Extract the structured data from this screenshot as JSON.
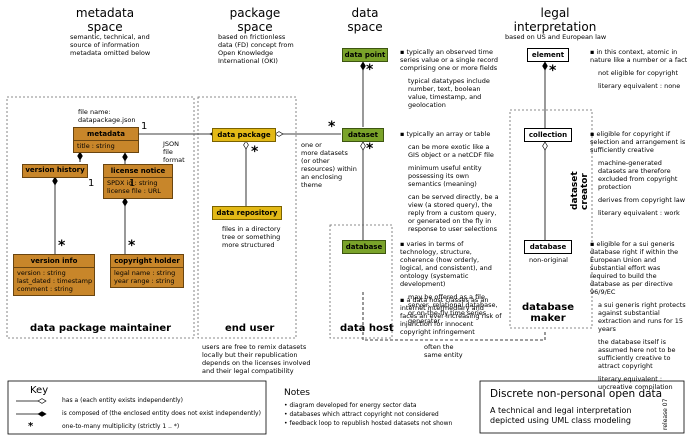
{
  "headers": {
    "metadata": {
      "title": "metadata\nspace",
      "desc": "semantic, technical, and\nsource of information\nmetadata omitted below"
    },
    "package": {
      "title": "package\nspace",
      "desc": "based on frictionless\ndata (FD) concept from\nOpen Knowledge\nInternational (OKI)"
    },
    "data": {
      "title": "data\nspace"
    },
    "legal": {
      "title": "legal\ninterpretation",
      "desc": "based on US and European law"
    }
  },
  "boxes": {
    "metadata": {
      "title": "metadata",
      "attr": "title : string"
    },
    "version_history": {
      "title": "version history"
    },
    "license_notice": {
      "title": "license notice",
      "attr": "SPDX id : string\nlicense file : URL"
    },
    "version_info": {
      "title": "version info",
      "attr": "version : string\nlast_dated : timestamp\ncomment : string"
    },
    "copyright_holder": {
      "title": "copyright holder",
      "attr": "legal name : string\nyear range : string"
    },
    "data_package": "data package",
    "data_repository": "data repository",
    "data_point": "data point",
    "dataset": "dataset",
    "database": "database",
    "element": "element",
    "collection": "collection",
    "legal_database": "database"
  },
  "labels": {
    "file_name": "file name:\ndatapackage.json",
    "json_format": "JSON\nfile\nformat",
    "one_or_more": "one or\nmore datasets\n(or other\nresources) within\nan enclosing\ntheme",
    "repo_desc": "files in a directory\ntree or something\nmore structured",
    "dataset_creator": "dataset\ncreator",
    "non_original": "non-original",
    "often_same": "often the\nsame entity",
    "remix": "users are free to remix datasets\nlocally but their republication\ndepends on the licenses involved\nand their legal compatibility"
  },
  "roles": {
    "maintainer": "data package maintainer",
    "end_user": "end user",
    "data_host": "data host",
    "database_maker": "database\nmaker"
  },
  "bullets": {
    "data_point": [
      "typically an observed time series value or a single record comprising one or more fields",
      "typical datatypes include number, text, boolean value, timestamp, and geolocation"
    ],
    "dataset": [
      "typically an array or table",
      "can be more exotic like a GIS object or a netCDF file",
      "minimum useful entity possessing its own semantics (meaning)",
      "can be served directly, be a view (a stored query), the reply from a custom query, or generated on the fly in response to user selections"
    ],
    "database": [
      "varies in terms of technology, structure, coherence (how orderly, logical, and consistent), and ontology (systematic development)",
      "may be offered as a file server, relational database, or on-the-fly time series generator"
    ],
    "host": [
      "a data host classes as an internet intermediary and faces an ever increasing risk of injunction for innocent copyright infringement"
    ],
    "element": [
      "in this context, atomic in nature like a number or a fact",
      "not eligible for copyright",
      "literary equivalent : none"
    ],
    "collection": [
      "eligible for copyright if selection and arrangement is sufficiently creative",
      "machine-generated datasets are therefore excluded from copyright protection",
      "derives from copyright law",
      "literary equivalent : work"
    ],
    "legal_database": [
      "eligible for a sui generis database right if within the European Union and substantial effort was required to build the database as per directive 96/9/EC",
      "a sui generis right protects against substantial extraction and runs for 15 years",
      "the database itself is assumed here not to be sufficiently creative to attract copyright",
      "literary equivalent : uncreative compilation"
    ]
  },
  "key": {
    "title": "Key",
    "items": [
      "has a (each entity exists independently)",
      "is composed of (the enclosed entity does not exist independently)",
      "one-to-many multiplicity (strictly 1 .. *)"
    ],
    "star": "*"
  },
  "notes": {
    "title": "Notes",
    "items": [
      "diagram developed for energy sector data",
      "databases which attract copyright not considered",
      "feedback loop to republish hosted datasets not shown"
    ]
  },
  "title_box": {
    "title": "Discrete non-personal open data",
    "subtitle": "A technical and legal interpretation\ndepicted using UML class modeling",
    "release": "release 07"
  },
  "mult": {
    "one": "1",
    "star": "*"
  }
}
